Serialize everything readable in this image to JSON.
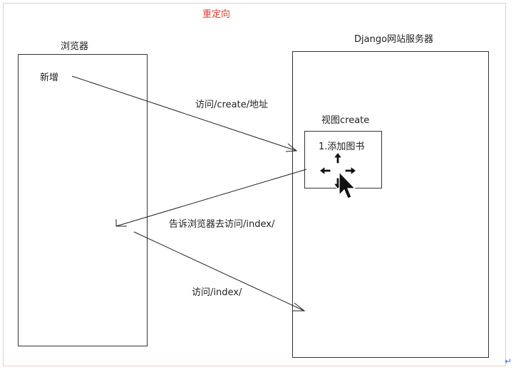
{
  "diagram": {
    "title": "重定向",
    "browser": {
      "label": "浏览器",
      "item": "新增"
    },
    "server": {
      "label": "Django网站服务器",
      "view_label": "视图create",
      "view_content": "1.添加图书"
    },
    "arrows": {
      "request_create": "访问/create/地址",
      "redirect_response": "告诉浏览器去访问/index/",
      "request_index": "访问/index/"
    }
  },
  "icons": {
    "cursor": "move-cursor-icon",
    "return": "return-icon"
  }
}
